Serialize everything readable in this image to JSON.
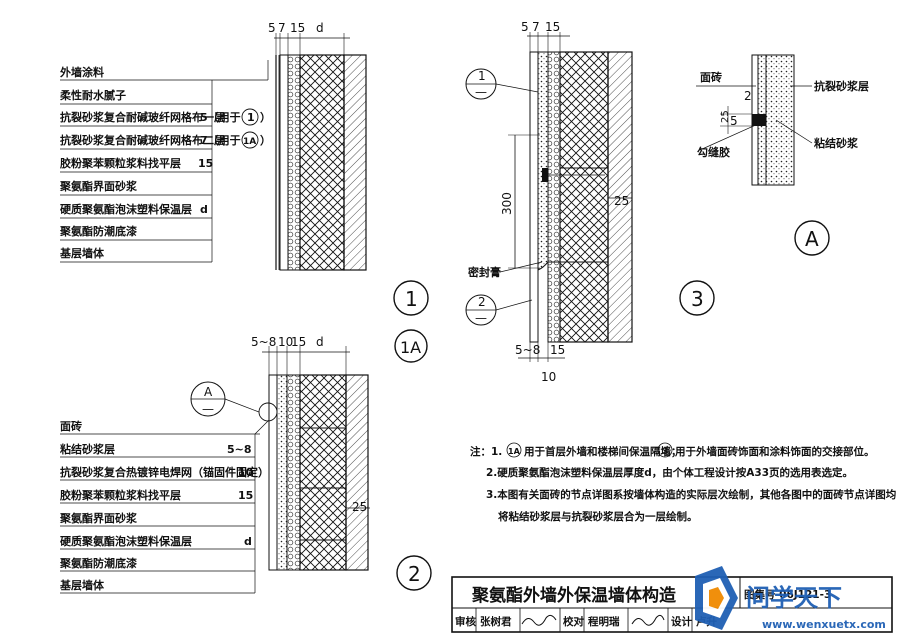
{
  "layers_top": [
    {
      "label": "外墙涂料",
      "value": ""
    },
    {
      "label": "柔性耐水腻子",
      "value": ""
    },
    {
      "label": "抗裂砂浆复合耐碱玻纤网格布一层",
      "value": "5（用于"
    },
    {
      "label": "抗裂砂浆复合耐碱玻纤网格布二层",
      "value": "7（用于"
    },
    {
      "label": "胶粉聚苯颗粒浆料找平层",
      "value": "15"
    },
    {
      "label": "聚氨酯界面砂浆",
      "value": ""
    },
    {
      "label": "硬质聚氨酯泡沫塑料保温层",
      "value": "d"
    },
    {
      "label": "聚氨酯防潮底漆",
      "value": ""
    },
    {
      "label": "基层墙体",
      "value": ""
    }
  ],
  "refs_top": [
    "1",
    "1A"
  ],
  "ref_close": "）",
  "layers_bottom": [
    {
      "label": "面砖",
      "value": ""
    },
    {
      "label": "粘结砂浆层",
      "value": "5~8"
    },
    {
      "label": "抗裂砂浆复合热镀锌电焊网（锚固件固定）",
      "value": "10"
    },
    {
      "label": "胶粉聚苯颗粒浆料找平层",
      "value": "15"
    },
    {
      "label": "聚氨酯界面砂浆",
      "value": ""
    },
    {
      "label": "硬质聚氨酯泡沫塑料保温层",
      "value": "d"
    },
    {
      "label": "聚氨酯防潮底漆",
      "value": ""
    },
    {
      "label": "基层墙体",
      "value": ""
    }
  ],
  "dims": {
    "d1_top": "5",
    "d1_top_b": "7",
    "d1_top_c": "15",
    "d_top": "d",
    "d2_top": "5~8",
    "d2_top_b": "10",
    "d2_top_c": "15",
    "d3_top": "5",
    "d3_top_b": "7",
    "d3_top_c": "15",
    "d3_bot": "5~8",
    "d3_bot_b": "15",
    "d3_bot_c": "10",
    "h300": "300",
    "a25": "25",
    "detailA_2": "2",
    "detailA_5": "5",
    "detailA_25": "25"
  },
  "tags": {
    "t1": "1",
    "t1a": "1A",
    "t2": "2",
    "t3": "3",
    "tA": "A",
    "sec1": "1",
    "sec2": "2",
    "secA": "A",
    "dash": "—"
  },
  "labels3": {
    "seal": "密封膏"
  },
  "labelsA": {
    "tile": "面砖",
    "crack": "抗裂砂浆层",
    "joint": "勾缝胶",
    "bond": "粘结砂浆"
  },
  "notes": {
    "prefix": "注：1.",
    "n1a": "用于首层外墙和楼梯间保温隔墙；",
    "n1b": "用于外墙面砖饰面和涂料饰面的交接部位。",
    "n2": "2.硬质聚氨酯泡沫塑料保温层厚度d，由个体工程设计按A33页的选用表选定。",
    "n3a": "3.本图有关面砖的节点详图系按墙体构造的实际层次绘制，其他各图中的面砖节点详图均",
    "n3b": "将粘结砂浆层与抗裂砂浆层合为一层绘制。"
  },
  "title": "聚氨酯外墙外保温墙体构造",
  "title_block": [
    "审核",
    "张树君",
    "校对",
    "程明瑞",
    "设计",
    "卢升"
  ],
  "atlas": "图集号 06J121-3",
  "logo": {
    "main": "问学天下",
    "url": "www.wenxuetx.com"
  }
}
